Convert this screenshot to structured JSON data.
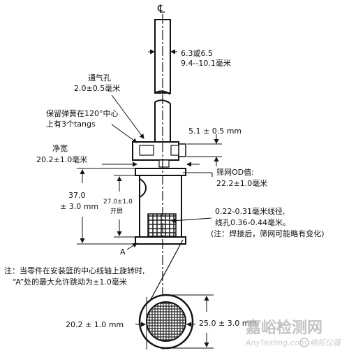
{
  "centerline_symbol": "℄",
  "labels": {
    "rod_diameter": [
      "6.3或6.5",
      "9.4--10.1毫米"
    ],
    "vent_hole": [
      "通气孔",
      "2.0±0.5毫米"
    ],
    "retaining_spring": [
      "保留弹簧在120°中心",
      "上有3个tangs"
    ],
    "clip_height": "5.1 ± 0.5 mm",
    "clear_width": [
      "净宽",
      "20.2±1.0毫米"
    ],
    "screen_od": [
      "筛网OD值:",
      "22.2±1.0毫米"
    ],
    "height_total": [
      "37.0",
      "± 3.0 mm"
    ],
    "opening": [
      "27.0±1.0",
      "开屏"
    ],
    "wire": [
      "0.22-0.31毫米线径,",
      "线孔0.36-0.44毫米。",
      "(注：焊接后，筛网可能略有变化)"
    ],
    "point_a": "A",
    "note": [
      "注：当零件在安装篮的中心线轴上旋转时,",
      "“A”处的最大允许跳动为±1.0毫米"
    ],
    "bottom_inner_dia": "20.2 ± 1.0 mm",
    "bottom_outer_dia": "25.0 ± 3.0 mm"
  },
  "watermark": {
    "main": "嘉峪检测网",
    "sub": "AnyTesting.com",
    "badge": "纳拓仪器"
  }
}
